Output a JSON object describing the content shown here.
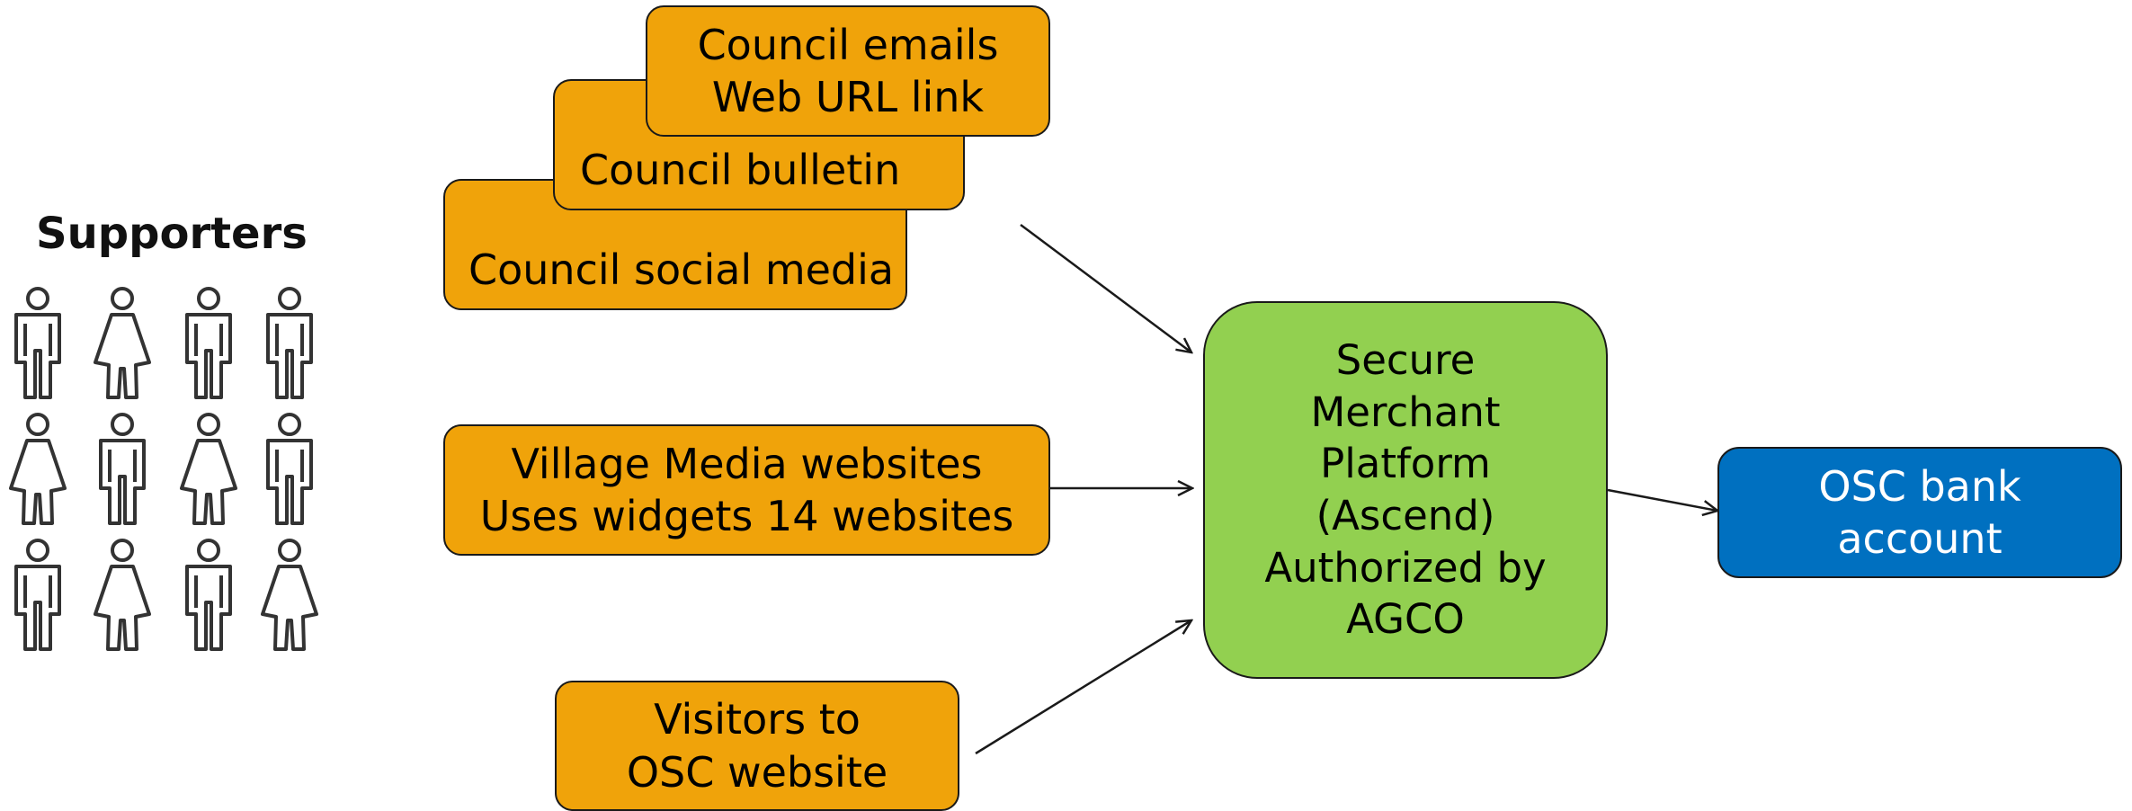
{
  "supporters": {
    "title": "Supporters",
    "people": [
      "male",
      "female",
      "male",
      "male",
      "female",
      "male",
      "female",
      "male",
      "male",
      "female",
      "male",
      "female"
    ]
  },
  "sources": {
    "council_emails": [
      "Council emails",
      "Web URL link"
    ],
    "council_bulletin": "Council bulletin",
    "council_social": "Council social media",
    "village_media": [
      "Village Media websites",
      "Uses widgets 14 websites"
    ],
    "visitors": [
      "Visitors to",
      "OSC website"
    ]
  },
  "platform": {
    "lines": [
      "Secure",
      "Merchant",
      "Platform",
      "(Ascend)",
      "Authorized by",
      "AGCO"
    ]
  },
  "bank": {
    "lines": [
      "OSC bank",
      "account"
    ]
  },
  "colors": {
    "source_box": "#f0a30a",
    "platform_box": "#92d050",
    "bank_box": "#0070c0",
    "arrow": "#1a1a1a"
  }
}
